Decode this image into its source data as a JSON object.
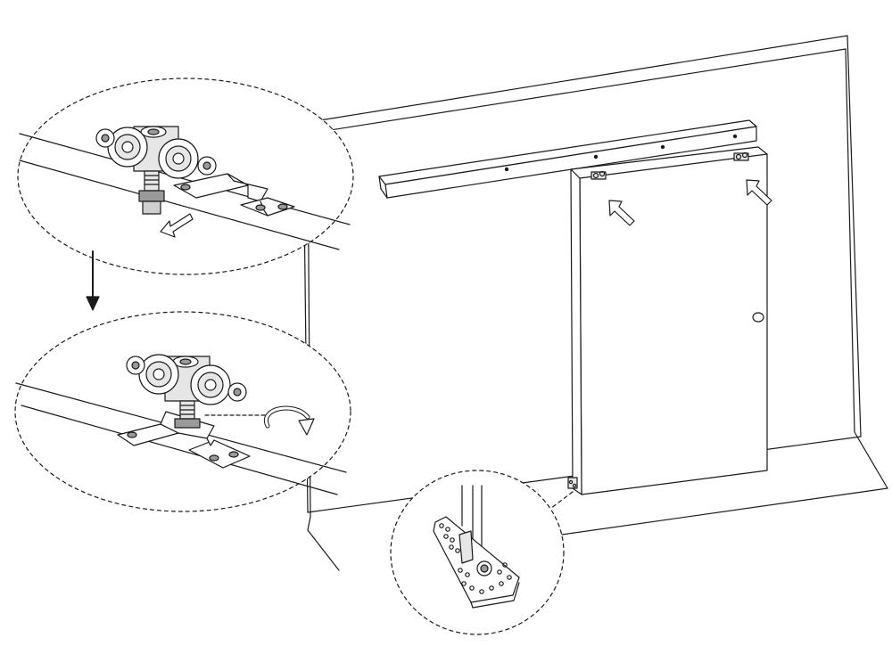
{
  "diagram": {
    "kind": "sliding-door-installation-illustration",
    "line_color": "#1a1a1a",
    "fill_color": "#ffffff",
    "hardware_fill": "#e6e6e6",
    "hardware_dark": "#9a9a9a",
    "callout_style": "dashed-ellipse",
    "callouts": [
      {
        "id": "roller-insertion",
        "icons": [
          "roller-carriage-icon",
          "mounting-bracket-icon",
          "insert-direction-arrow-icon"
        ]
      },
      {
        "id": "roller-adjustment",
        "icons": [
          "roller-carriage-icon",
          "mounting-bracket-icon",
          "rotate-arrow-icon"
        ]
      },
      {
        "id": "floor-guide",
        "icons": [
          "floor-guide-plate-icon"
        ]
      }
    ],
    "step_arrow_icon": "down-arrow-icon",
    "indicator_arrows": [
      "install-arrow-icon",
      "install-arrow-icon"
    ]
  }
}
